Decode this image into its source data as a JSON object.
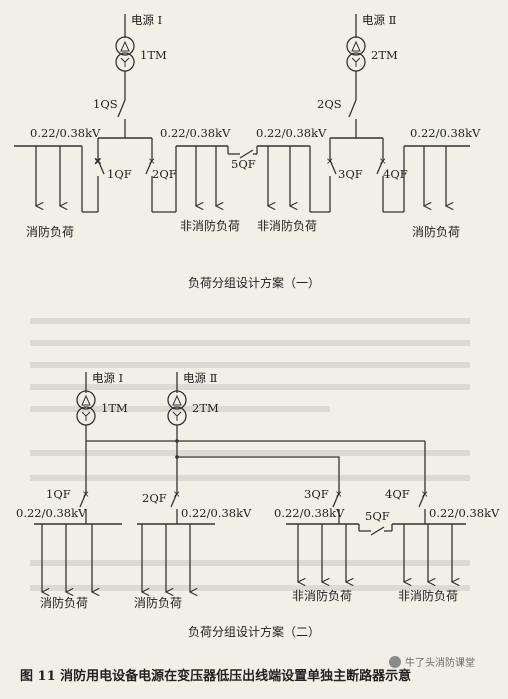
{
  "diagram1": {
    "sources": [
      {
        "label": "电源 Ⅰ",
        "transformer": "1TM"
      },
      {
        "label": "电源 Ⅱ",
        "transformer": "2TM"
      }
    ],
    "switches": {
      "qs1": "1QS",
      "qs2": "2QS"
    },
    "breakers": {
      "qf1": "1QF",
      "qf2": "2QF",
      "qf5": "5QF",
      "qf3": "3QF",
      "qf4": "4QF"
    },
    "voltage": "0.22/0.38kV",
    "loads": {
      "l1": "消防负荷",
      "l2": "非消防负荷",
      "l3": "非消防负荷",
      "l4": "消防负荷"
    },
    "caption": "负荷分组设计方案（一）"
  },
  "diagram2": {
    "sources": [
      {
        "label": "电源 Ⅰ",
        "transformer": "1TM"
      },
      {
        "label": "电源 Ⅱ",
        "transformer": "2TM"
      }
    ],
    "breakers": {
      "qf1": "1QF",
      "qf2": "2QF",
      "qf3": "3QF",
      "qf4": "4QF",
      "qf5": "5QF"
    },
    "voltage": "0.22/0.38kV",
    "loads": {
      "l1": "消防负荷",
      "l2": "消防负荷",
      "l3": "非消防负荷",
      "l4": "非消防负荷"
    },
    "caption": "负荷分组设计方案（二）"
  },
  "figure_caption": "图 11   消防用电设备电源在变压器低压出线端设置单独主断路器示意",
  "watermark": "牛了头消防课堂"
}
